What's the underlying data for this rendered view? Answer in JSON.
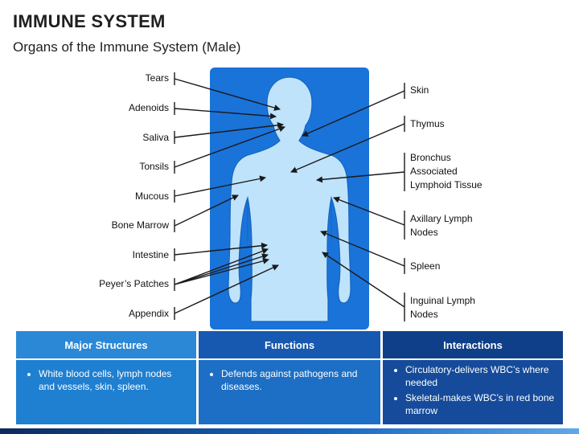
{
  "header": {
    "title": "IMMUNE SYSTEM",
    "subtitle": "Organs of the Immune System (Male)"
  },
  "labels_left": [
    "Tears",
    "Adenoids",
    "Saliva",
    "Tonsils",
    "Mucous",
    "Bone Marrow",
    "Intestine",
    "Peyer’s Patches",
    "Appendix"
  ],
  "labels_right": [
    "Skin",
    "Thymus",
    "Bronchus",
    "Associated",
    "Lymphoid Tissue",
    "Axillary Lymph",
    "Nodes",
    "Spleen",
    "Inguinal Lymph",
    "Nodes"
  ],
  "table": {
    "headers": [
      "Major Structures",
      "Functions",
      "Interactions"
    ],
    "col1": [
      "White blood cells, lymph nodes and vessels, skin, spleen."
    ],
    "col2": [
      "Defends against pathogens and diseases."
    ],
    "col3": [
      "Circulatory-delivers WBC’s where needed",
      "Skeletal-makes WBC’s in red bone marrow"
    ]
  },
  "colors": {
    "panel": "#1a73d9",
    "body": "#bfe3fb",
    "header_left": "#2a88d6",
    "header_mid": "#1759b0",
    "header_right": "#0f3f88",
    "cell_left": "#1f7fd0",
    "cell_mid": "#1c6fc4",
    "cell_right": "#154b9a"
  }
}
